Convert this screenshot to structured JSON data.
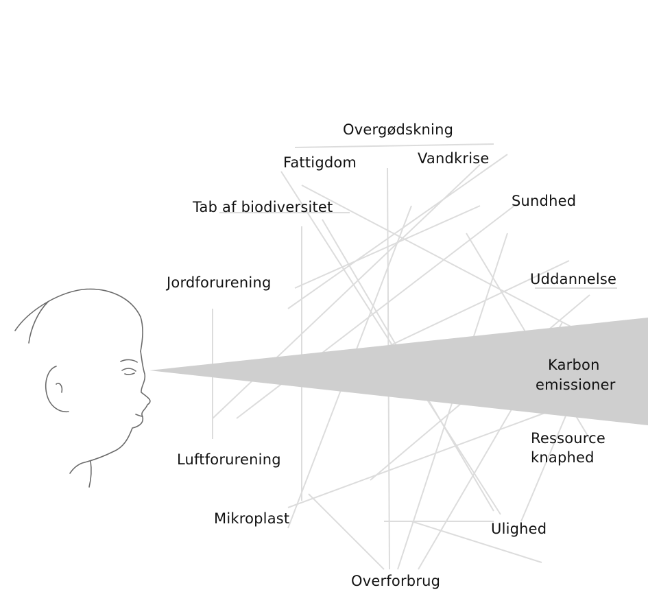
{
  "diagram": {
    "colors": {
      "background": "#ffffff",
      "web_lines": "#dcdcdc",
      "view_cone": "#cfcfcf",
      "face_outline": "#6b6b6b",
      "text": "#111111"
    },
    "labels": {
      "overgodskning": "Overgødskning",
      "fattigdom": "Fattigdom",
      "vandkrise": "Vandkrise",
      "tab_af_biodiversitet": "Tab af biodiversitet",
      "sundhed": "Sundhed",
      "jordforurening": "Jordforurening",
      "uddannelse": "Uddannelse",
      "karbon_line1": "Karbon",
      "karbon_line2": "emissioner",
      "ressource_line1": "Ressource",
      "ressource_line2": "knaphed",
      "luftforurening": "Luftforurening",
      "mikroplast": "Mikroplast",
      "ulighed": "Ulighed",
      "overforbrug": "Overforbrug"
    }
  }
}
